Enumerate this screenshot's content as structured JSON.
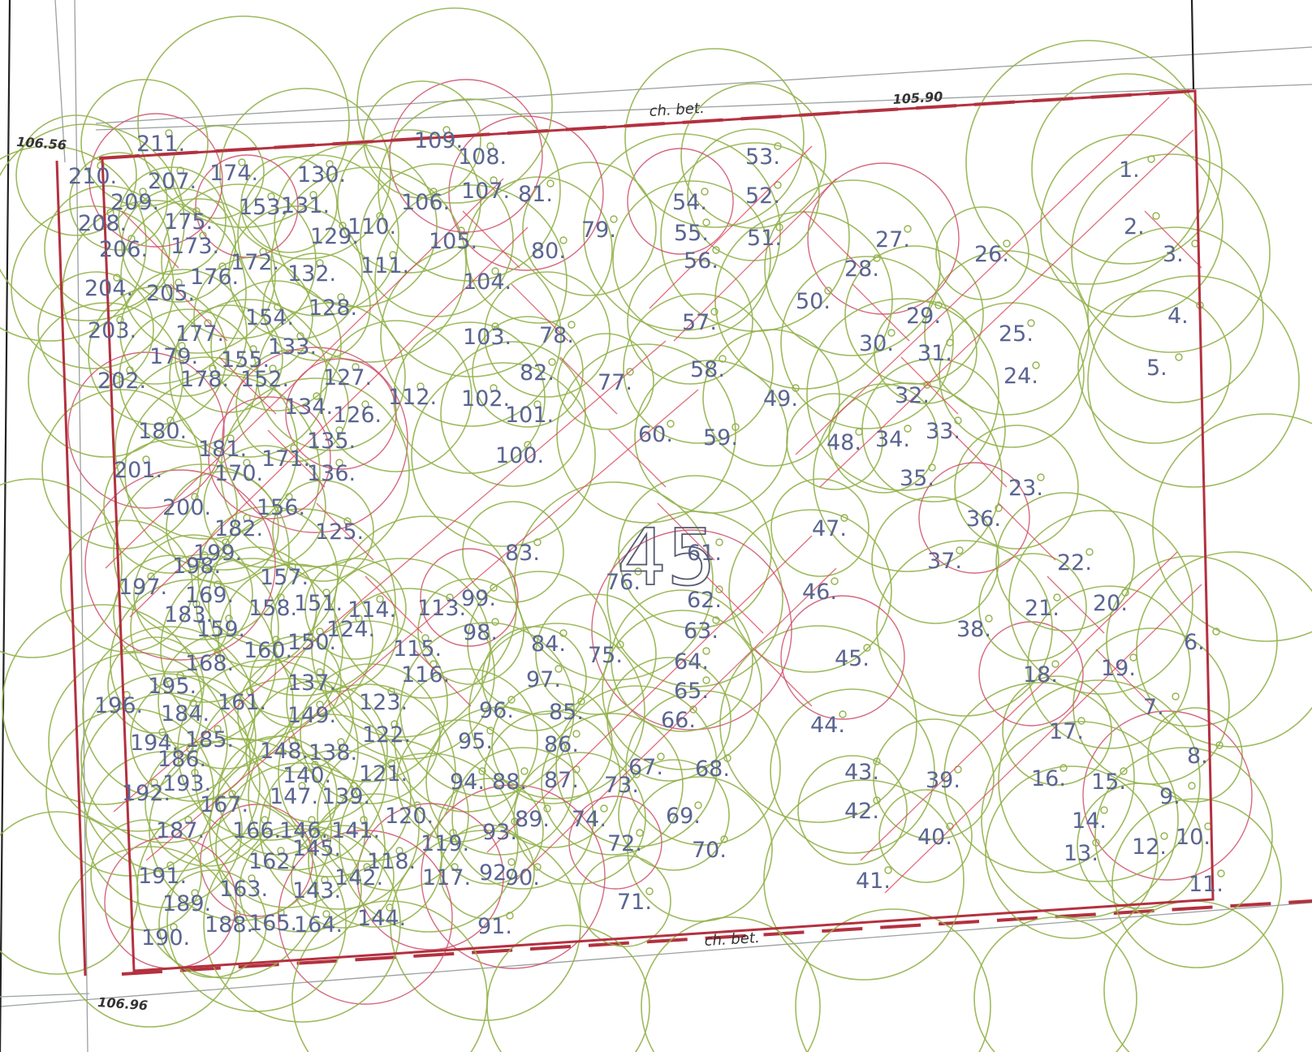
{
  "map": {
    "plot_number": "45",
    "street_label_top": "ch. bet.",
    "street_label_bottom": "ch. bet.",
    "elevations": {
      "top_right": "105.90",
      "top_left": "106.56",
      "bottom_left": "106.96"
    },
    "colors": {
      "canopy": "#93b24c",
      "hatch": "#d84a5c",
      "boundary": "#b3313f",
      "labels": "#5a6590"
    },
    "tree_numbers": [
      "1.",
      "2.",
      "3.",
      "4.",
      "5.",
      "6.",
      "7.",
      "8.",
      "9.",
      "10.",
      "11.",
      "12.",
      "13.",
      "14.",
      "15.",
      "16.",
      "17.",
      "18.",
      "19.",
      "20.",
      "21.",
      "22.",
      "23.",
      "24.",
      "25.",
      "26.",
      "27.",
      "28.",
      "29.",
      "30.",
      "31.",
      "32.",
      "33.",
      "34.",
      "35.",
      "36.",
      "37.",
      "38.",
      "39.",
      "40.",
      "41.",
      "42.",
      "43.",
      "44.",
      "45.",
      "46.",
      "47.",
      "48.",
      "49.",
      "50.",
      "51.",
      "52.",
      "53.",
      "54.",
      "55.",
      "56.",
      "57.",
      "58.",
      "59.",
      "60.",
      "61.",
      "62.",
      "63.",
      "64.",
      "65.",
      "66.",
      "67.",
      "68.",
      "69.",
      "70.",
      "71.",
      "72.",
      "73.",
      "74.",
      "75.",
      "76.",
      "77.",
      "78.",
      "79.",
      "80.",
      "81.",
      "82.",
      "83.",
      "84.",
      "85.",
      "86.",
      "87.",
      "88.",
      "89.",
      "90.",
      "91.",
      "92.",
      "93.",
      "94.",
      "95.",
      "96.",
      "97.",
      "98.",
      "99.",
      "100.",
      "101.",
      "102.",
      "103.",
      "104.",
      "105.",
      "106.",
      "107.",
      "108.",
      "109.",
      "110.",
      "111.",
      "112.",
      "113.",
      "114.",
      "115.",
      "116.",
      "117.",
      "118.",
      "119.",
      "120.",
      "121.",
      "122.",
      "123.",
      "124.",
      "125.",
      "126.",
      "127.",
      "128.",
      "129.",
      "130.",
      "131.",
      "132.",
      "133.",
      "134.",
      "135.",
      "136.",
      "137.",
      "138.",
      "139.",
      "140.",
      "141.",
      "142.",
      "143.",
      "144.",
      "145.",
      "146.",
      "147.",
      "148.",
      "149.",
      "150.",
      "151.",
      "152.",
      "153.",
      "154.",
      "155.",
      "156.",
      "157.",
      "158.",
      "159.",
      "160.",
      "161.",
      "162.",
      "163.",
      "164.",
      "165.",
      "166.",
      "167.",
      "168.",
      "169.",
      "170.",
      "171.",
      "172.",
      "173.",
      "174.",
      "175.",
      "176.",
      "177.",
      "178.",
      "179.",
      "180.",
      "181.",
      "182.",
      "183.",
      "184.",
      "185.",
      "186.",
      "187.",
      "188.",
      "189.",
      "190.",
      "191.",
      "192.",
      "193.",
      "194.",
      "195.",
      "196.",
      "197.",
      "198.",
      "199.",
      "200.",
      "201.",
      "202.",
      "203.",
      "204.",
      "205.",
      "206.",
      "207.",
      "208.",
      "209.",
      "210.",
      "211."
    ]
  }
}
